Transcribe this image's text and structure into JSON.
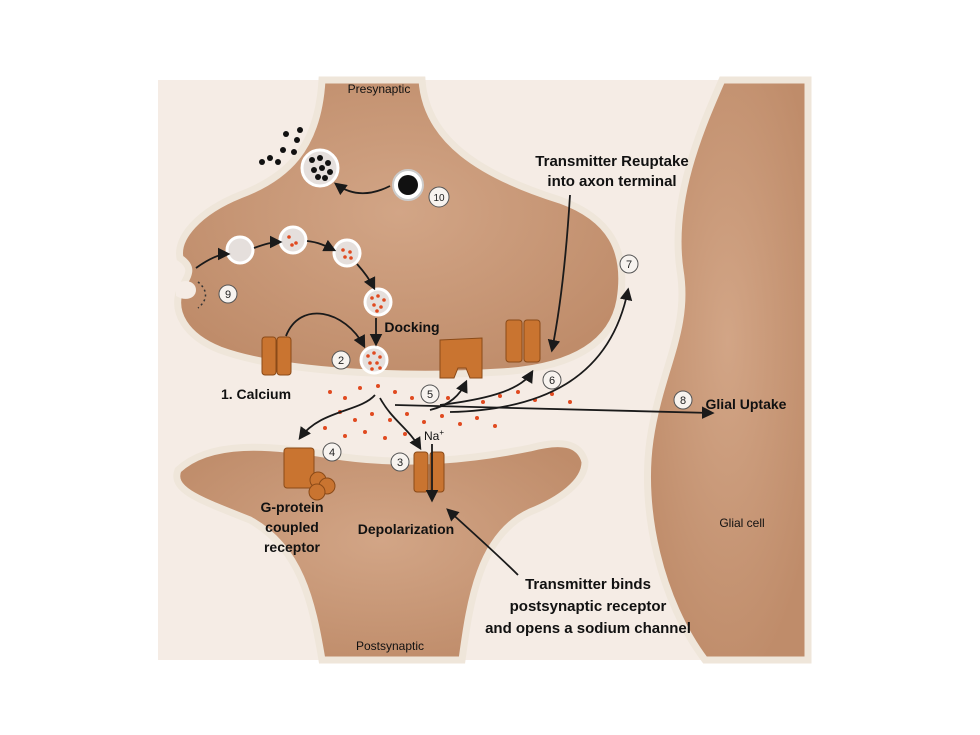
{
  "labels": {
    "presynaptic": "Presynaptic",
    "postsynaptic": "Postsynaptic",
    "glial_cell": "Glial cell",
    "reuptake_line1": "Transmitter Reuptake",
    "reuptake_line2": "into axon terminal",
    "docking": "Docking",
    "calcium": "1. Calcium",
    "glial_uptake": "Glial Uptake",
    "na": "Na",
    "na_sup": "+",
    "gprotein_line1": "G-protein",
    "gprotein_line2": "coupled",
    "gprotein_line3": "receptor",
    "depolarization": "Depolarization",
    "binds_line1": "Transmitter binds",
    "binds_line2": "postsynaptic receptor",
    "binds_line3": "and opens a sodium channel"
  },
  "step_numbers": [
    "2",
    "3",
    "4",
    "5",
    "6",
    "7",
    "8",
    "9",
    "10"
  ],
  "colors": {
    "background": "#ffffff",
    "panel": "#f5ece5",
    "cell": "#c89878",
    "membrane": "#f3ede4",
    "channel": "#c97430",
    "channel_dark": "#8a4a18",
    "neurotransmitter": "#e04a20",
    "vesicle": "#ddd6d2",
    "text": "#111111"
  }
}
